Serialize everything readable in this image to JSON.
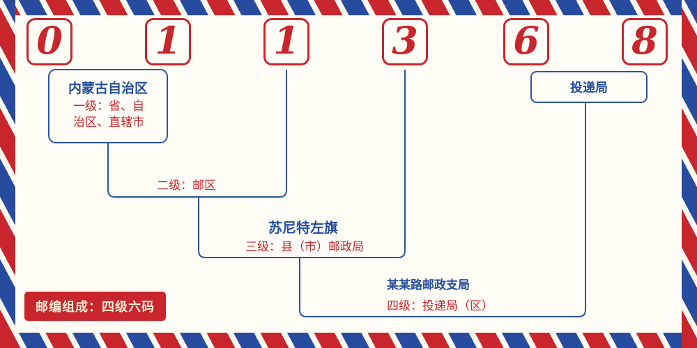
{
  "digits": [
    "0",
    "1",
    "1",
    "3",
    "6",
    "8"
  ],
  "annotations": {
    "level1": {
      "region": "内蒙古自治区",
      "label": "一级：省、自治区、直辖市"
    },
    "level2": {
      "label": "二级：邮区"
    },
    "level3": {
      "region": "苏尼特左旗",
      "label": "三级：县（市）邮政局"
    },
    "level4": {
      "region": "某某路邮政支局",
      "label": "四级：投递局（区）"
    },
    "delivery": {
      "label": "投递局"
    }
  },
  "badge": {
    "label": "邮编组成：四级六码"
  },
  "colors": {
    "red": "#c8252c",
    "blue": "#234e9d",
    "line_blue": "#2b53a5",
    "background": "#fffdf6",
    "badge_text": "#f7ead2"
  }
}
